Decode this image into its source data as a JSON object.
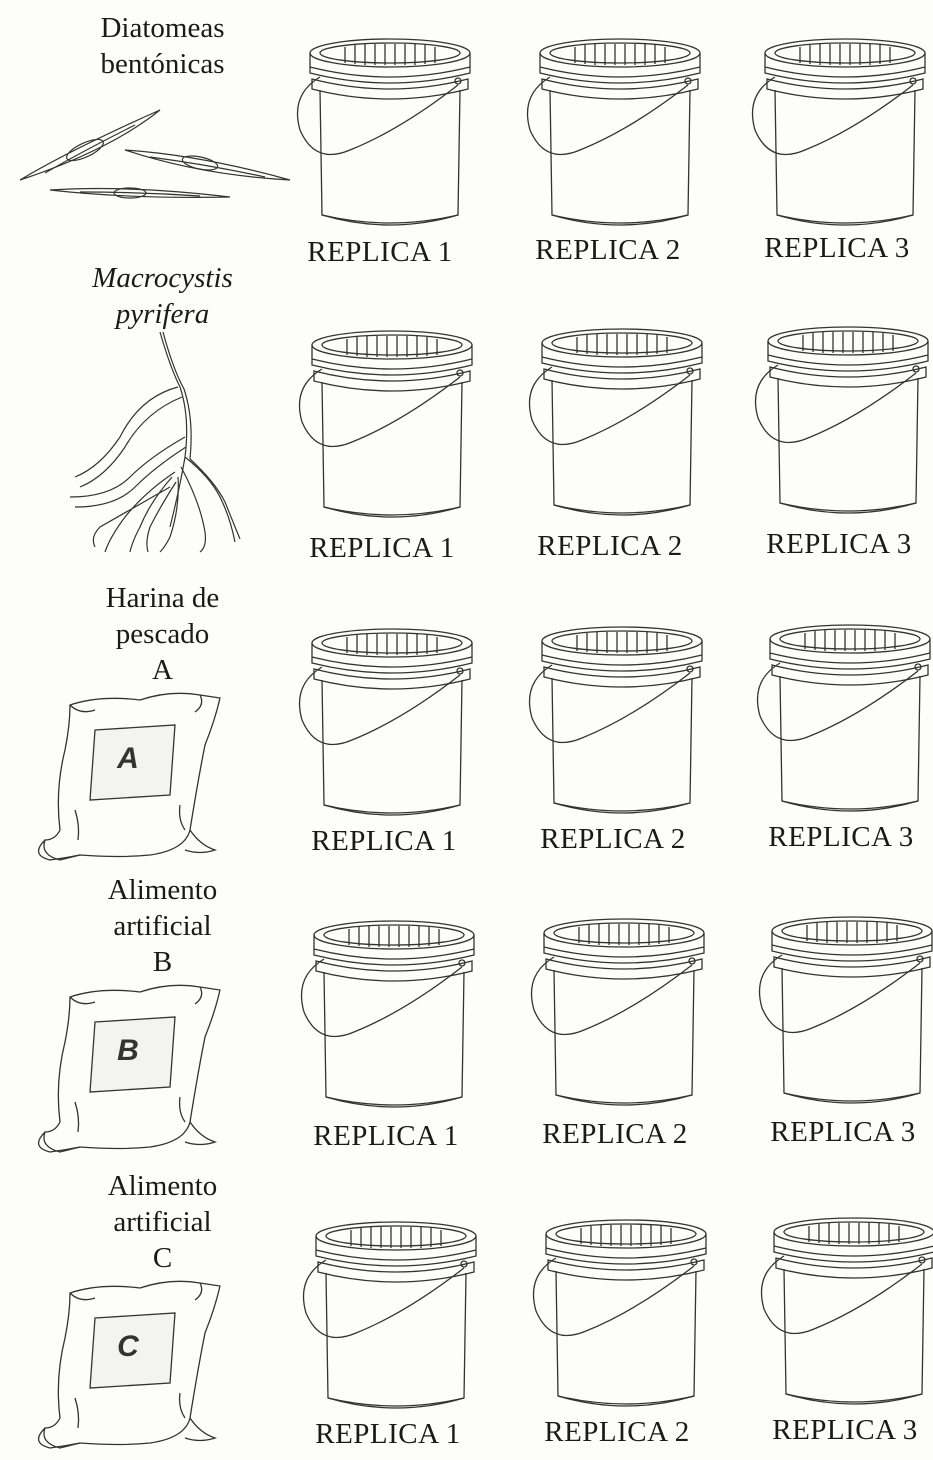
{
  "rows": [
    {
      "label": [
        "Diatomeas",
        "bentónicas"
      ],
      "italic": false,
      "icon": "diatoms-icon",
      "replicas": [
        "REPLICA 1",
        "REPLICA 2",
        "REPLICA 3"
      ]
    },
    {
      "label": [
        "Macrocystis",
        "pyrifera"
      ],
      "italic": true,
      "icon": "kelp-icon",
      "replicas": [
        "REPLICA 1",
        "REPLICA 2",
        "REPLICA 3"
      ]
    },
    {
      "label": [
        "Harina de",
        "pescado",
        "A"
      ],
      "italic": false,
      "icon": "feed-bag-icon",
      "bag_letter": "A",
      "replicas": [
        "REPLICA 1",
        "REPLICA 2",
        "REPLICA 3"
      ]
    },
    {
      "label": [
        "Alimento",
        "artificial",
        "B"
      ],
      "italic": false,
      "icon": "feed-bag-icon",
      "bag_letter": "B",
      "replicas": [
        "REPLICA 1",
        "REPLICA 2",
        "REPLICA 3"
      ]
    },
    {
      "label": [
        "Alimento",
        "artificial",
        "C"
      ],
      "italic": false,
      "icon": "feed-bag-icon",
      "bag_letter": "C",
      "replicas": [
        "REPLICA 1",
        "REPLICA 2",
        "REPLICA 3"
      ]
    }
  ]
}
